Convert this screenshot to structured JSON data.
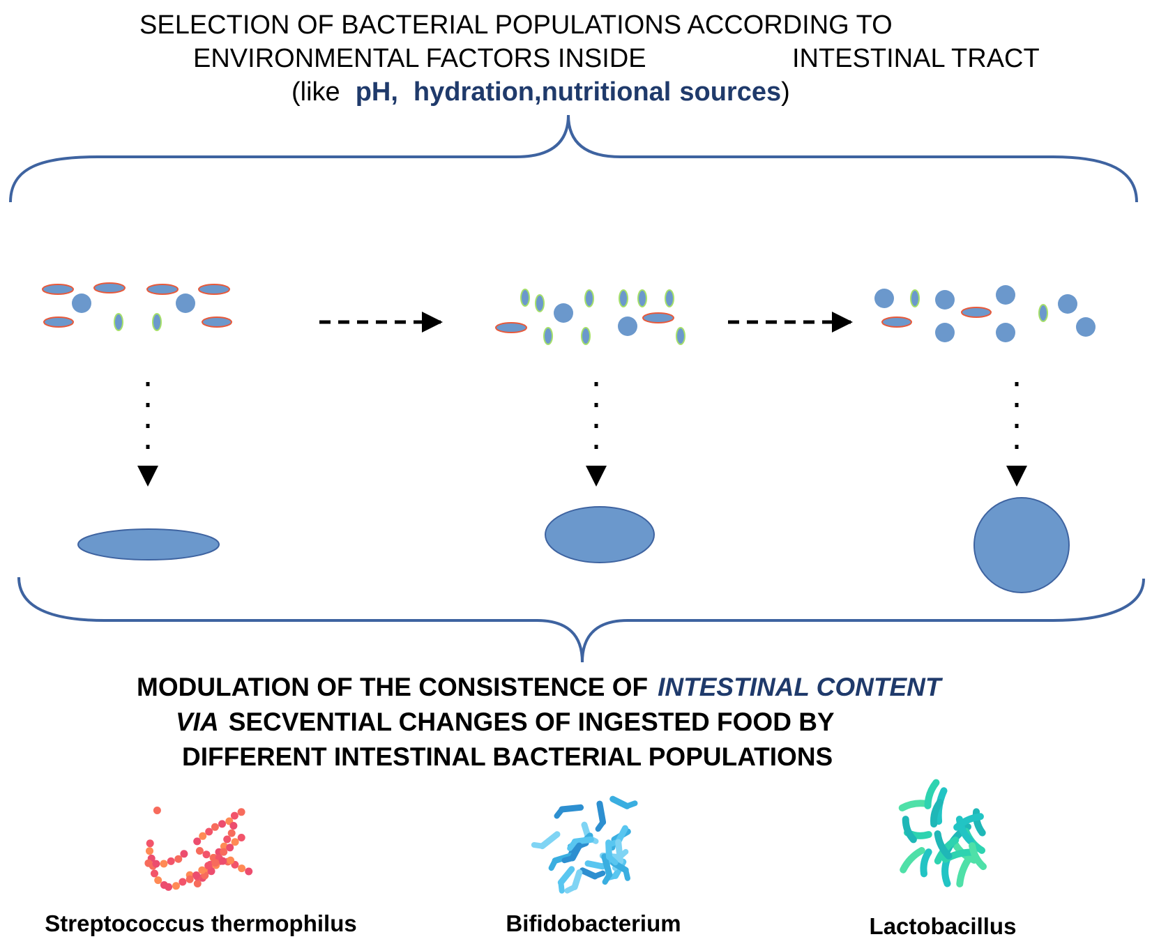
{
  "top_title": {
    "line1": "SELECTION  OF BACTERIAL  POPULATIONS  ACCORDING  TO",
    "line2_left": "ENVIRONMENTAL  FACTORS INSIDE",
    "line2_right": "INTESTINAL  TRACT",
    "line3_open": "(like",
    "factors": [
      "pH,",
      "hydration,",
      "nutritional",
      "sources"
    ],
    "line3_close": ")"
  },
  "bottom_title": {
    "line1": "MODULATION OF THE CONSISTENCE OF",
    "line1_emph": "INTESTINAL CONTENT",
    "line2_emph": "VIA",
    "line2": "SECVENTIAL CHANGES OF INGESTED FOOD  BY",
    "line3": "DIFFERENT INTESTINAL BACTERIAL POPULATIONS"
  },
  "species": [
    {
      "label": "Streptococcus thermophilus",
      "icon": "cocci-chain-cluster-icon",
      "color": "#f06a5a"
    },
    {
      "label": "Bifidobacterium",
      "icon": "branched-rods-cluster-icon",
      "color": "#3aaee0"
    },
    {
      "label": "Lactobacillus",
      "icon": "rods-cluster-icon",
      "color": "#2ed3b0"
    }
  ],
  "colors": {
    "highlight_text": "#1f3a6b",
    "brace": "#3e63a0",
    "cell_fill": "#6b98cc",
    "rod_outline": "#e8593a",
    "small_rod_outline": "#a6e06a",
    "arrow": "#000000"
  }
}
